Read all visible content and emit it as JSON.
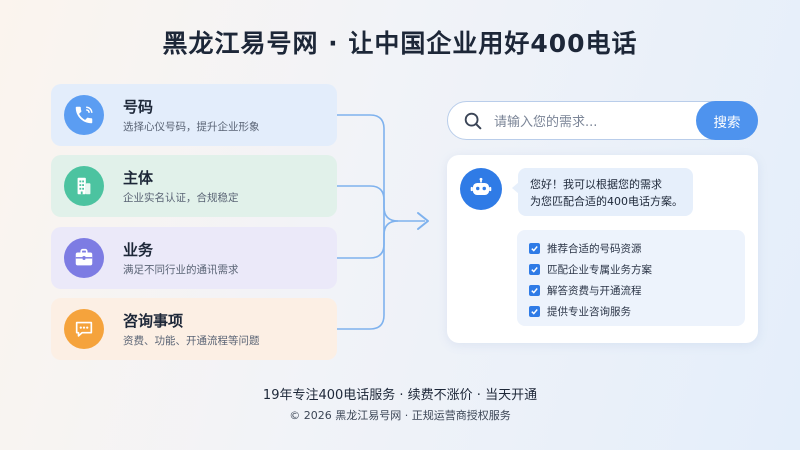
{
  "title": "黑龙江易号网 · 让中国企业用好400电话",
  "cards": [
    {
      "title": "号码",
      "subtitle": "选择心仪号码，提升企业形象",
      "icon": "phone-icon",
      "color": "#5b9df2"
    },
    {
      "title": "主体",
      "subtitle": "企业实名认证，合规稳定",
      "icon": "building-icon",
      "color": "#4cc3a0"
    },
    {
      "title": "业务",
      "subtitle": "满足不同行业的通讯需求",
      "icon": "briefcase-icon",
      "color": "#7d7ce3"
    },
    {
      "title": "咨询事项",
      "subtitle": "资费、功能、开通流程等问题",
      "icon": "chat-icon",
      "color": "#f5a33c"
    }
  ],
  "search": {
    "placeholder": "请输入您的需求...",
    "button": "搜索"
  },
  "chat": {
    "greeting_line1": "您好！我可以根据您的需求",
    "greeting_line2": "为您匹配合适的400电话方案。",
    "items": [
      "推荐合适的号码资源",
      "匹配企业专属业务方案",
      "解答资费与开通流程",
      "提供专业咨询服务"
    ]
  },
  "footer": {
    "tagline": "19年专注400电话服务 · 续费不涨价 · 当天开通",
    "copyright": "© 2026 黑龙江易号网 · 正规运营商授权服务"
  },
  "colors": {
    "accent": "#4e93ee",
    "bot": "#2f7be6"
  }
}
